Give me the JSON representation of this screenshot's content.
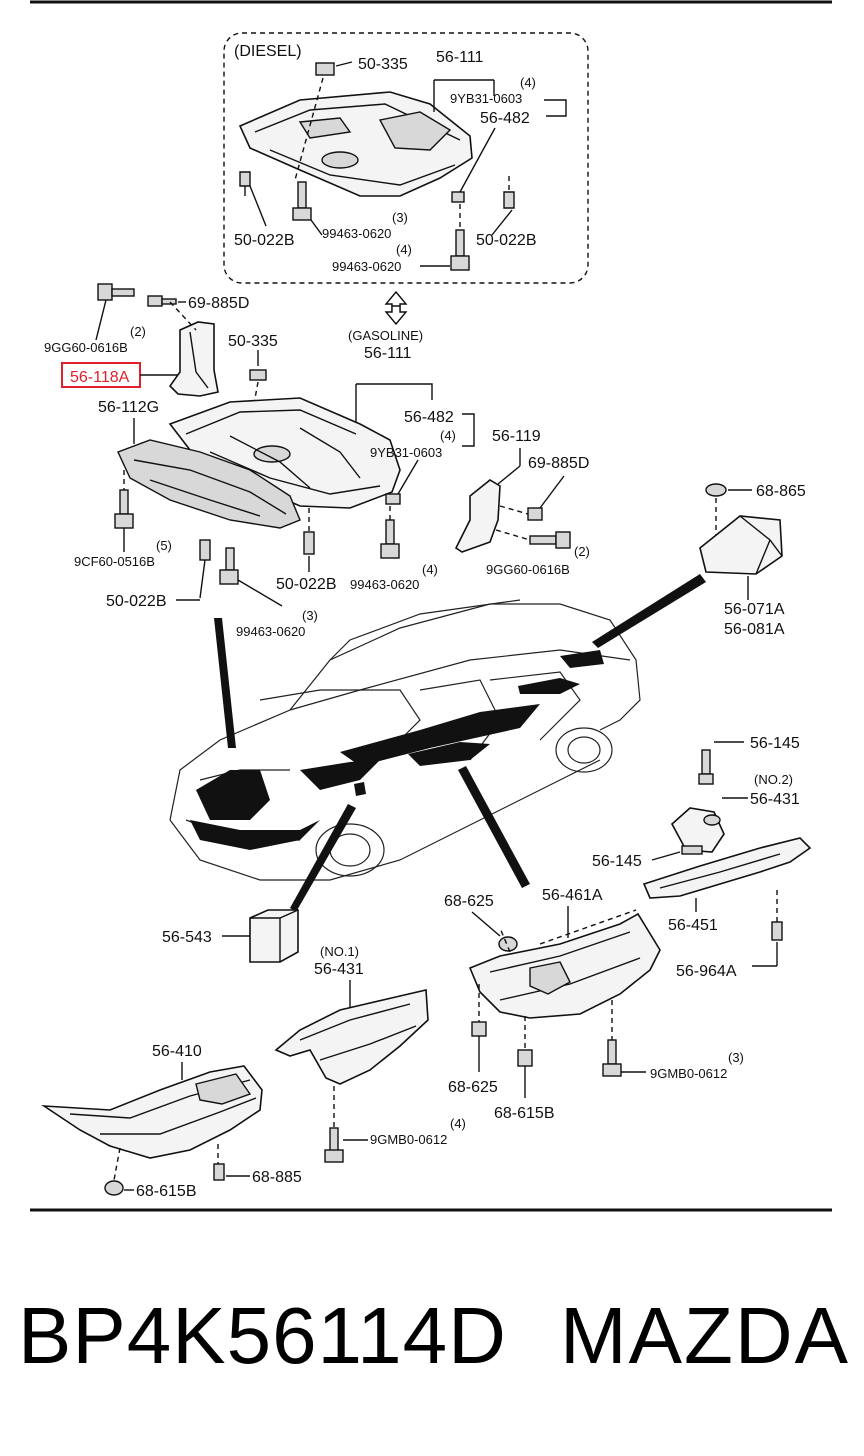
{
  "diagram": {
    "sections": {
      "diesel": "(DIESEL)",
      "gasoline": "(GASOLINE)"
    },
    "diesel_labels": {
      "clip_top": "50-335",
      "cover": "56-111",
      "qty_a": "(4)",
      "bolt_a": "9YB31-0603",
      "nut": "56-482",
      "clip_left": "50-022B",
      "qty_b": "(3)",
      "bolt_b": "99463-0620",
      "clip_right": "50-022B",
      "qty_c": "(4)",
      "bolt_c": "99463-0620"
    },
    "gasoline_labels": {
      "bolt_left": "9GG60-0616B",
      "qty_left": "(2)",
      "clip_left": "69-885D",
      "highlighted": "56-118A",
      "clip_top": "50-335",
      "cover": "56-111",
      "under_cover": "56-112G",
      "nut": "56-482",
      "qty_a": "(4)",
      "bolt_a": "9YB31-0603",
      "bracket": "56-119",
      "clip_right": "69-885D",
      "qty_b": "(5)",
      "bolt_b": "9CF60-0516B",
      "clip_a": "50-022B",
      "clip_b": "50-022B",
      "qty_c": "(4)",
      "bolt_c": "99463-0620",
      "qty_d": "(3)",
      "bolt_d": "99463-0620",
      "qty_e": "(2)",
      "bolt_e": "9GG60-0616B"
    },
    "right_labels": {
      "plug": "68-865",
      "pad_a": "56-071A",
      "pad_b": "56-081A",
      "bolt_top": "56-145",
      "no2": "(NO.2)",
      "insulator2": "56-431",
      "bolt_mid": "56-145",
      "insulator_long": "56-451",
      "clip_bottom": "56-964A",
      "qty": "(3)",
      "bolt": "9GMB0-0612"
    },
    "bottom_labels": {
      "block": "56-543",
      "no1": "(NO.1)",
      "insulator1": "56-431",
      "cap_top": "68-625",
      "tunnel": "56-461A",
      "cap_bottom": "68-625",
      "nut_b": "68-615B",
      "qty_a": "(4)",
      "bolt_a": "9GMB0-0612",
      "floor": "56-410",
      "nut_c": "68-615B",
      "clip": "68-885"
    }
  },
  "footer": {
    "part_number": "BP4K56114D",
    "brand": "MAZDA"
  },
  "colors": {
    "highlight": "#e0202a",
    "ink": "#111111"
  }
}
